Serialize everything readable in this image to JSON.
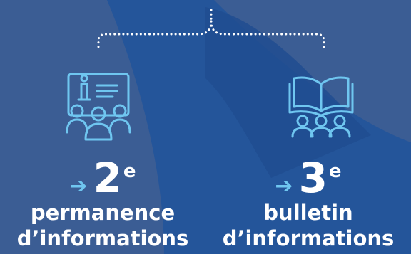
{
  "colors": {
    "background": "#3b5d94",
    "shape": "#22549a",
    "accent": "#6fc6f0",
    "text": "#ffffff"
  },
  "items": [
    {
      "icon": "info-meeting-icon",
      "number": "2",
      "suffix": "e",
      "line1": "permanence",
      "line2": "d’informations"
    },
    {
      "icon": "open-book-readers-icon",
      "number": "3",
      "suffix": "e",
      "line1": "bulletin",
      "line2": "d’informations"
    }
  ],
  "arrow_icon": "arrow-right-icon"
}
